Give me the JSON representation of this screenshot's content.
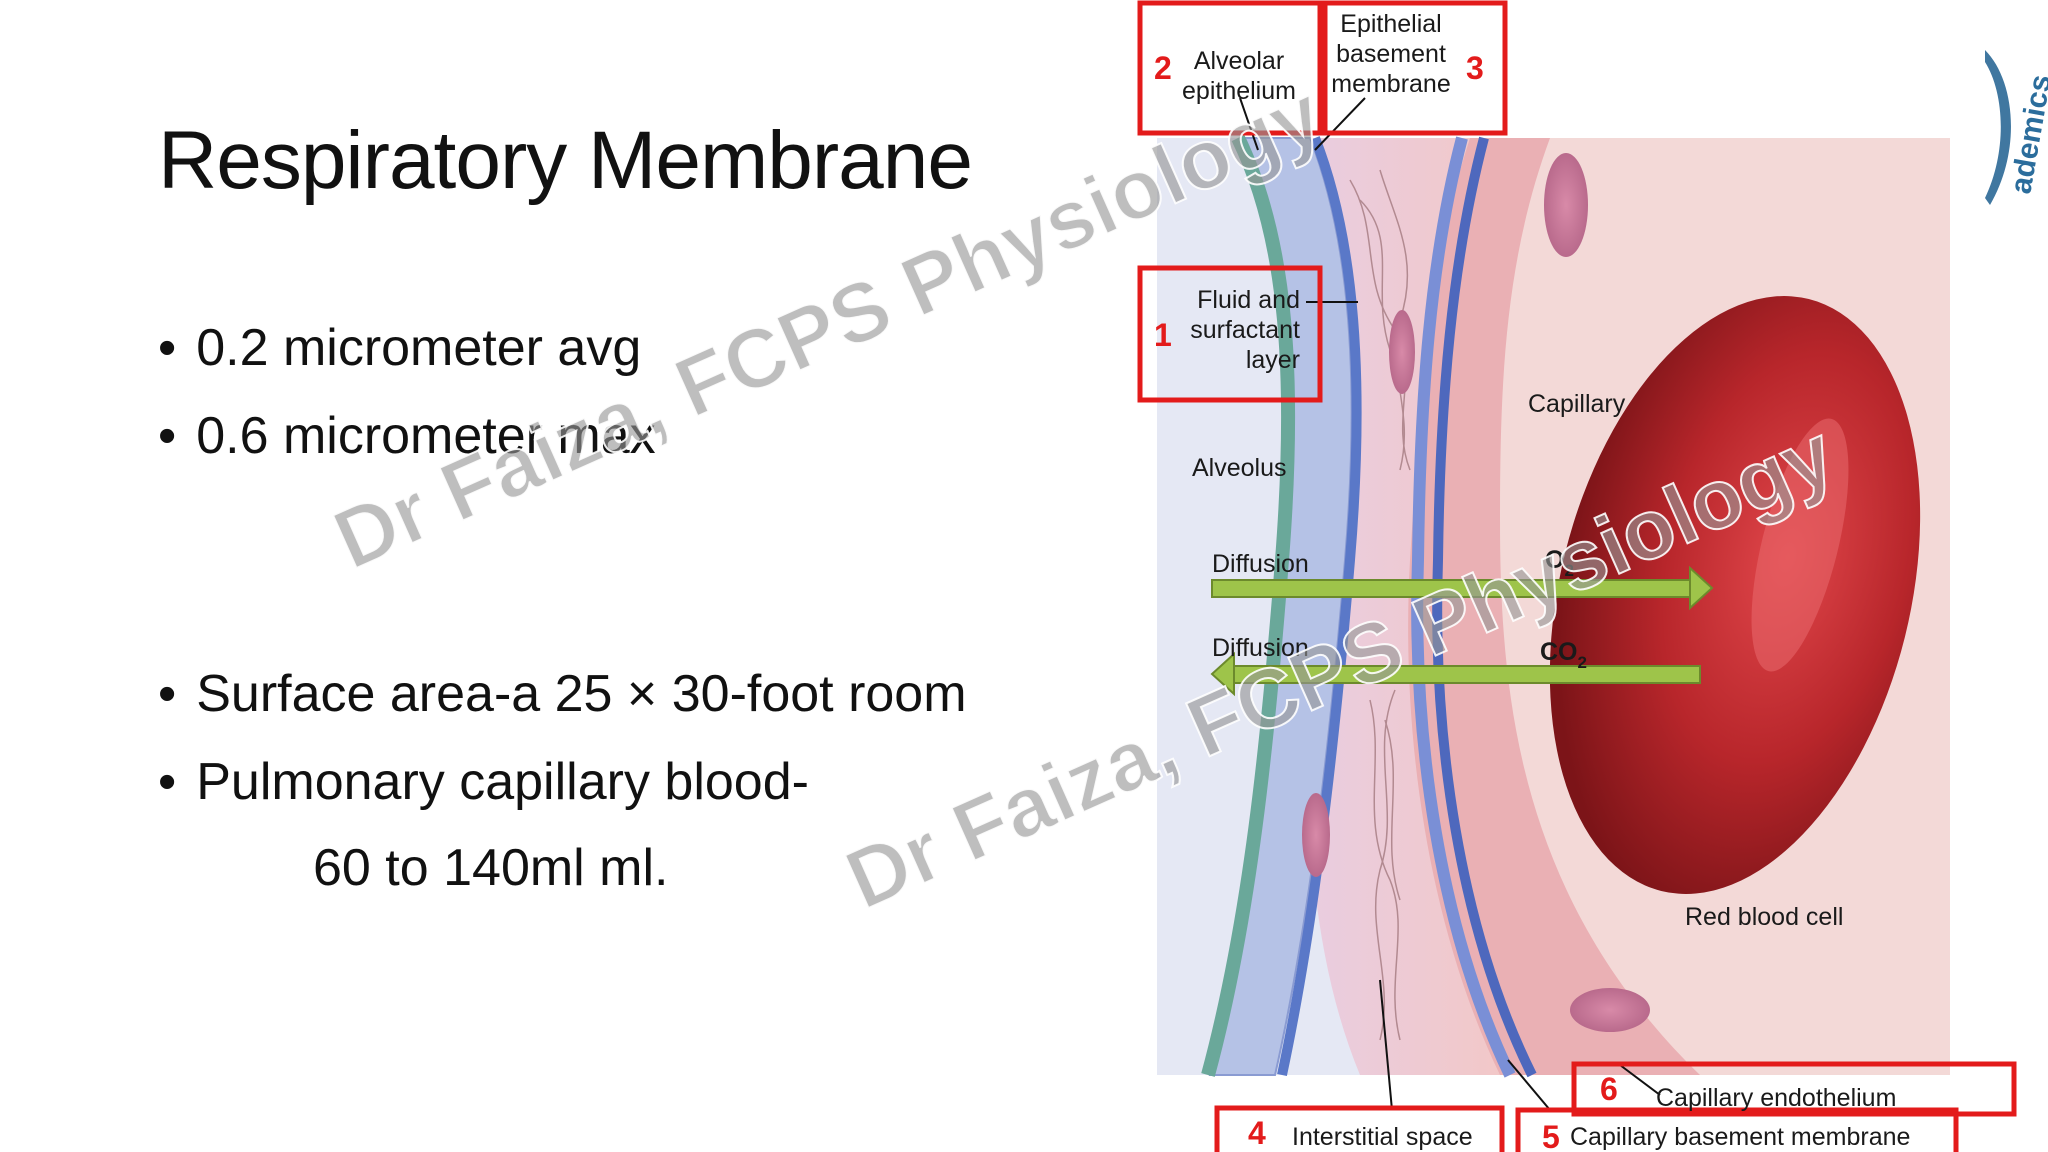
{
  "slide": {
    "title": "Respiratory Membrane",
    "bullets": [
      "0.2 micrometer avg",
      "0.6 micrometer max",
      "Surface area-a 25 × 30-foot room",
      "Pulmonary capillary blood-"
    ],
    "continuation": "60 to 140ml ml."
  },
  "watermark": {
    "line1": "Dr Faiza, FCPS Physiology",
    "line2": "Dr Faiza, FCPS Physiology"
  },
  "logo_text": "ademics",
  "diagram": {
    "labels": {
      "alveolar_line1": "Alveolar",
      "alveolar_line2": "epithelium",
      "epi_bm_line1": "Epithelial",
      "epi_bm_line2": "basement",
      "epi_bm_line3": "membrane",
      "fluid_line1": "Fluid and",
      "fluid_line2": "surfactant",
      "fluid_line3": "layer",
      "alveolus": "Alveolus",
      "capillary": "Capillary",
      "diffusion_1": "Diffusion",
      "diffusion_2": "Diffusion",
      "o2": "O",
      "o2_sub": "2",
      "co2": "CO",
      "co2_sub": "2",
      "red_blood_cell": "Red blood cell",
      "interstitial_space": "Interstitial space",
      "capillary_endothelium": "Capillary endothelium",
      "capillary_basement_membrane": "Capillary basement membrane"
    },
    "numbers": {
      "n1": "1",
      "n2": "2",
      "n3": "3",
      "n4": "4",
      "n5": "5",
      "n6": "6"
    },
    "colors": {
      "highlight_box": "#e31b1b",
      "alveolus_bg": "#e5e8f4",
      "capillary_bg": "#f3d9d7",
      "epithelium": "#6aa89a",
      "membrane_blue": "#5a78c8",
      "red_blood_cell": "#b8262b",
      "arrow_green": "#9ec44a"
    }
  }
}
